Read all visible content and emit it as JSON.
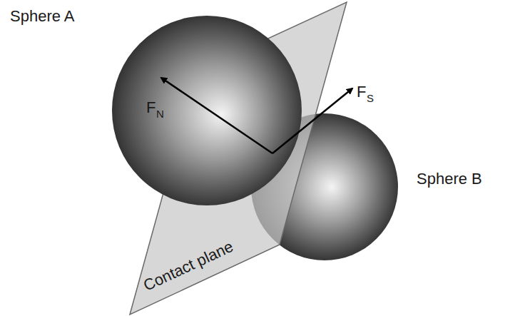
{
  "diagram": {
    "labels": [
      "Sphere A",
      "F",
      "N",
      "F",
      "S",
      "Sphere B",
      "Contact plane"
    ]
  }
}
